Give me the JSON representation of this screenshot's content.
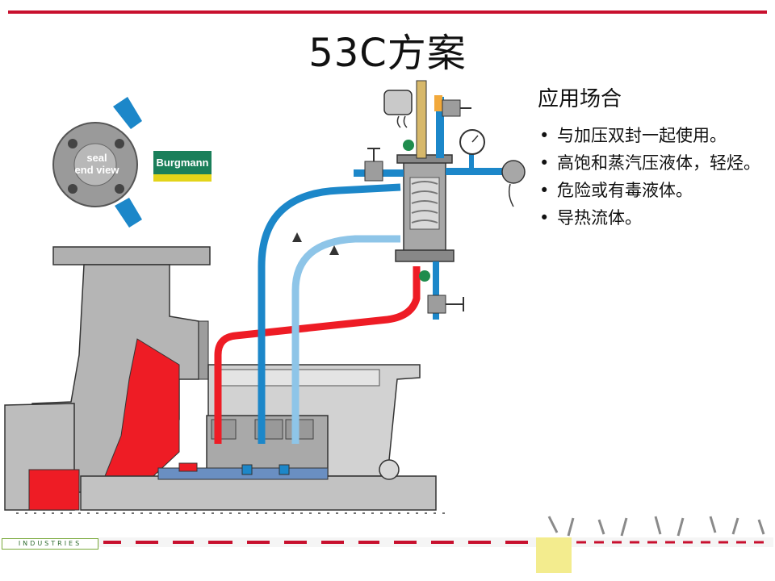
{
  "title": "53C方案",
  "notes": {
    "heading": "应用场合",
    "items": [
      "与加压双封一起使用。",
      "高饱和蒸汽压液体，轻烃。",
      "危险或有毒液体。",
      "导热流体。"
    ]
  },
  "seal_view": {
    "label_line1": "seal",
    "label_line2": "end view"
  },
  "logo": {
    "text": "Burgmann"
  },
  "footer": {
    "label": "INDUSTRIES"
  },
  "colors": {
    "accent_red": "#c8102e",
    "pipe_red": "#ee1c25",
    "pipe_blue": "#1c87c9",
    "pipe_light_blue": "#8ec5e8",
    "casing_gray": "#b5b5b5",
    "logo_green": "#1a7f5a",
    "logo_yellow": "#e3d41a"
  }
}
